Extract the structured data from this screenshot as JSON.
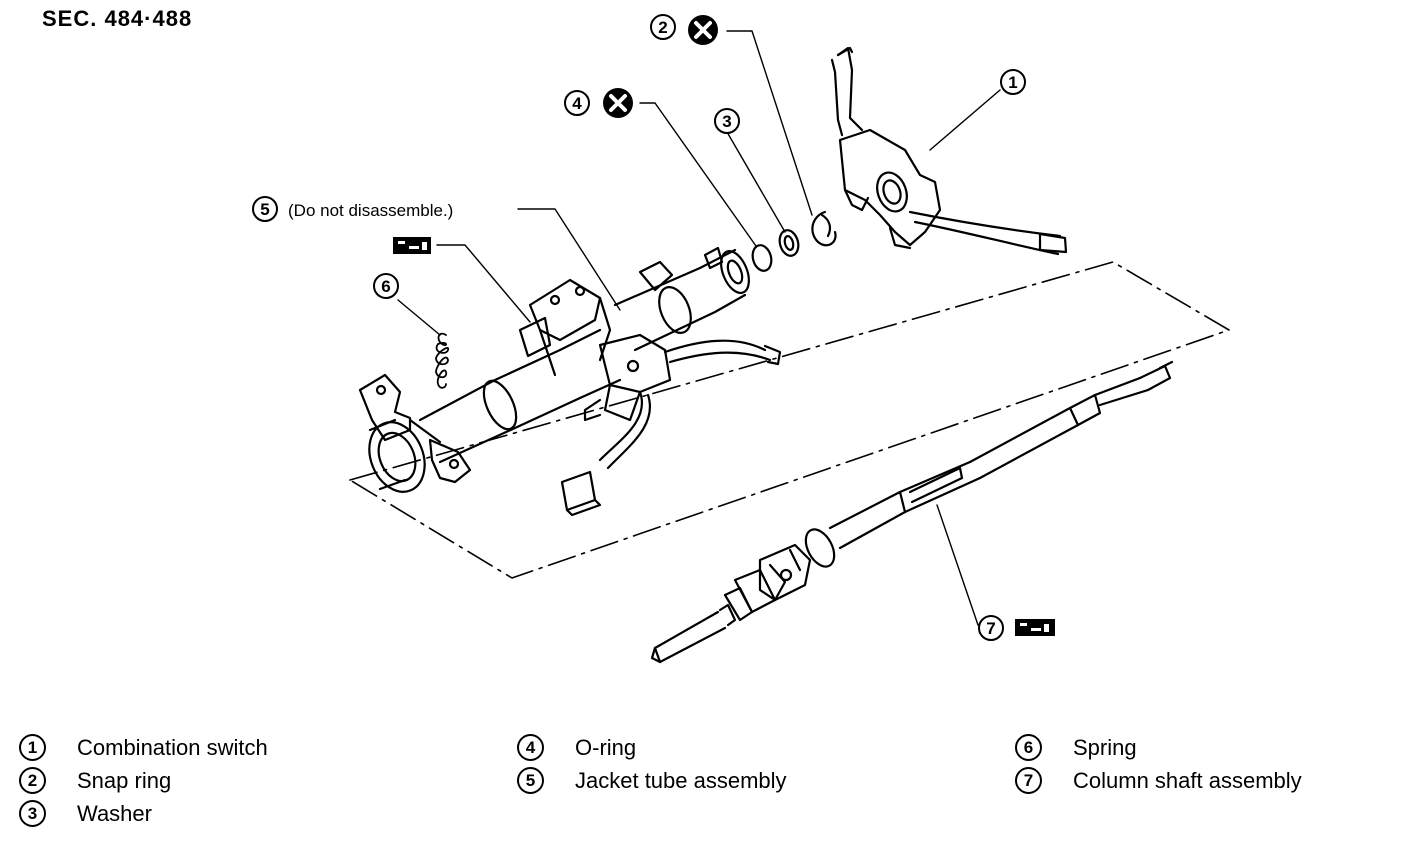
{
  "header": {
    "section_code": "SEC. 484·488"
  },
  "callouts": [
    {
      "num": "1"
    },
    {
      "num": "2"
    },
    {
      "num": "3"
    },
    {
      "num": "4"
    },
    {
      "num": "5",
      "note": "(Do not disassemble.)"
    },
    {
      "num": "6"
    },
    {
      "num": "7"
    }
  ],
  "legend": [
    {
      "num": "1",
      "label": "Combination switch"
    },
    {
      "num": "2",
      "label": "Snap ring"
    },
    {
      "num": "3",
      "label": "Washer"
    },
    {
      "num": "4",
      "label": "O-ring"
    },
    {
      "num": "5",
      "label": "Jacket tube assembly"
    },
    {
      "num": "6",
      "label": "Spring"
    },
    {
      "num": "7",
      "label": "Column shaft assembly"
    }
  ],
  "icons": {
    "replace_part": "circle-x-icon",
    "lubricate": "grease-gun-icon"
  }
}
